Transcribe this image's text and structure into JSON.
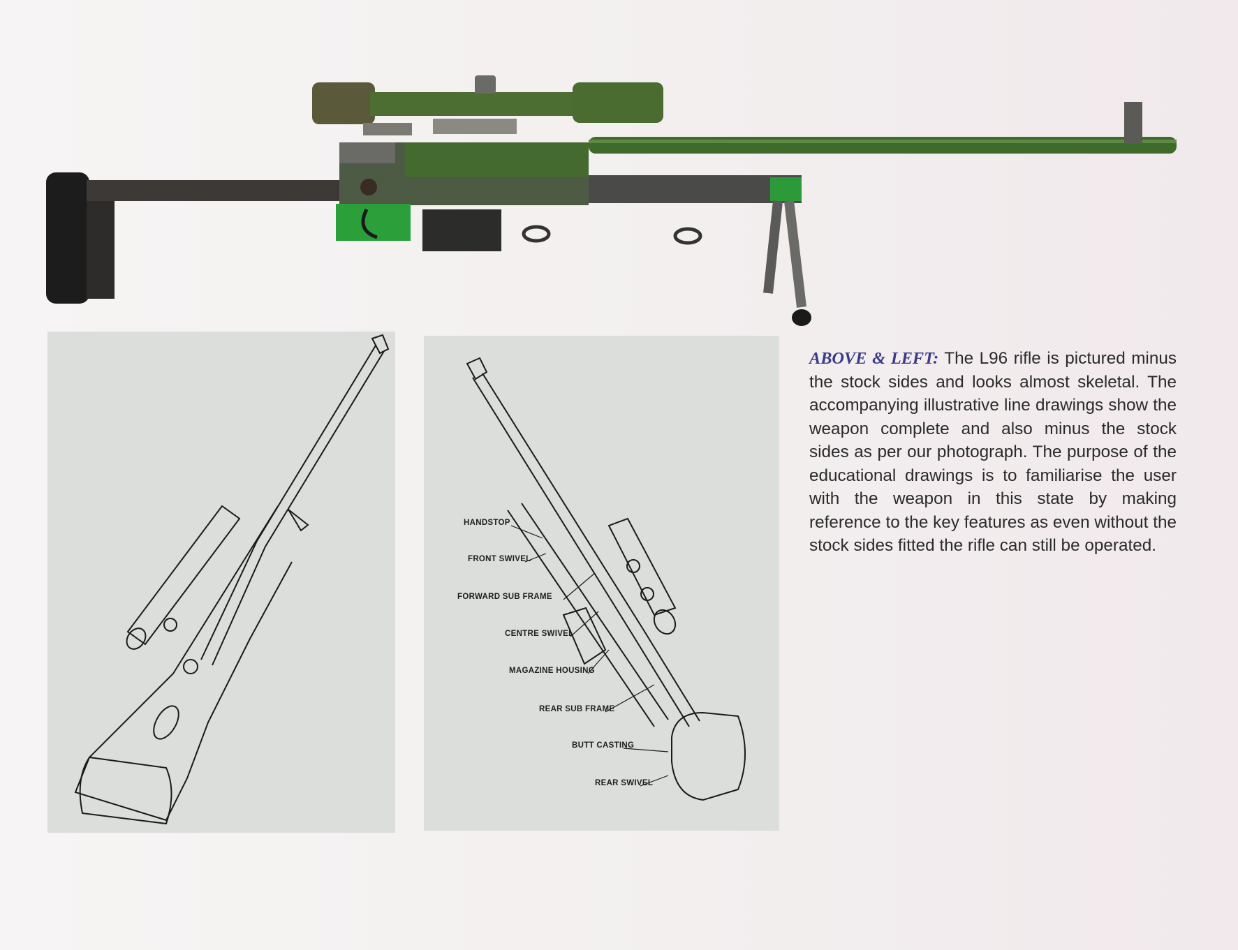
{
  "caption": {
    "heading": "ABOVE & LEFT:",
    "body": "The L96 rifle is pictured minus the stock sides and looks almost skeletal. The accompanying illustrative line drawings show the weapon complete and also minus the stock sides as per our photograph. The purpose of the educational drawings is to familiarise the user with the weapon in this state by making reference to the key features as even without the stock sides fitted the rifle can still be operated."
  },
  "diagram_labels": {
    "handstop": "HANDSTOP",
    "front_swivel": "FRONT SWIVEL",
    "forward_sub_frame": "FORWARD SUB FRAME",
    "centre_swivel": "CENTRE SWIVEL",
    "magazine_housing": "MAGAZINE HOUSING",
    "rear_sub_frame": "REAR SUB FRAME",
    "butt_casting": "BUTT CASTING",
    "rear_swivel": "REAR SWIVEL"
  },
  "colors": {
    "heading": "#3b3a88",
    "body_text": "#2a2a2a",
    "panel": "#dcdedb",
    "rifle_green": "#3e6a2c",
    "trigger_guard": "#2a9f3a"
  }
}
